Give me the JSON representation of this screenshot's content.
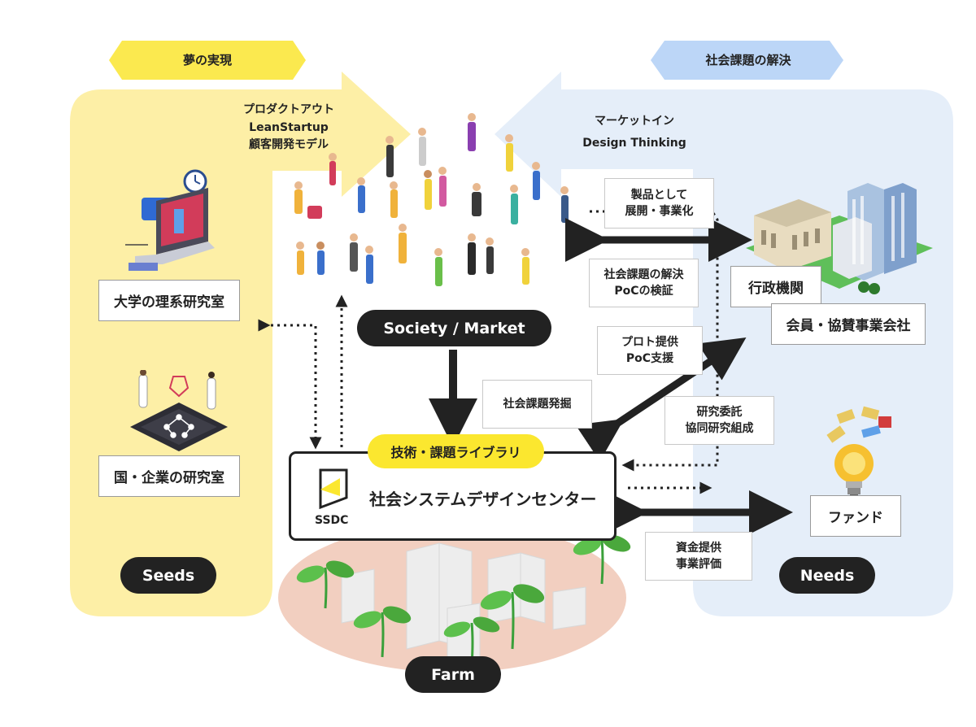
{
  "colors": {
    "seeds_bg": "#fdefa6",
    "needs_bg": "#e5eef9",
    "yellow_tag": "#fbe94f",
    "blue_tag": "#bcd6f7",
    "dark": "#222222",
    "farm_bg": "#f2cfc0",
    "library_tag": "#fbe72f"
  },
  "top_left_tag": "夢の実現",
  "top_right_tag": "社会課題の解決",
  "left_approach": {
    "line1": "プロダクトアウト",
    "line2": "LeanStartup",
    "line3": "顧客開発モデル"
  },
  "right_approach": {
    "line1": "マーケットイン",
    "line2": "Design Thinking"
  },
  "left_boxes": {
    "university_lab": "大学の理系研究室",
    "national_lab": "国・企業の研究室"
  },
  "right_boxes": {
    "government": "行政機関",
    "members": "会員・協賛事業会社",
    "fund": "ファンド"
  },
  "pills": {
    "society": "Society / Market",
    "seeds": "Seeds",
    "needs": "Needs",
    "farm": "Farm"
  },
  "center": {
    "library_tag": "技術・課題ライブラリ",
    "name": "社会システムデザインセンター",
    "logo_text": "SSDC"
  },
  "callouts": {
    "product": {
      "line1": "製品として",
      "line2": "展開・事業化"
    },
    "poc_verify": {
      "line1": "社会課題の解決",
      "line2": "PoCの検証"
    },
    "proto": {
      "line1": "プロト提供",
      "line2": "PoC支援"
    },
    "discover": {
      "line1": "社会課題発掘"
    },
    "research": {
      "line1": "研究委託",
      "line2": "協同研究組成"
    },
    "funding": {
      "line1": "資金提供",
      "line2": "事業評価"
    }
  },
  "icons": [
    "laptop-scientist-icon",
    "chip-scientists-icon",
    "crowd-people-icon",
    "city-buildings-icon",
    "lightbulb-money-icon",
    "ssdc-logo-icon",
    "seedling-icon"
  ]
}
